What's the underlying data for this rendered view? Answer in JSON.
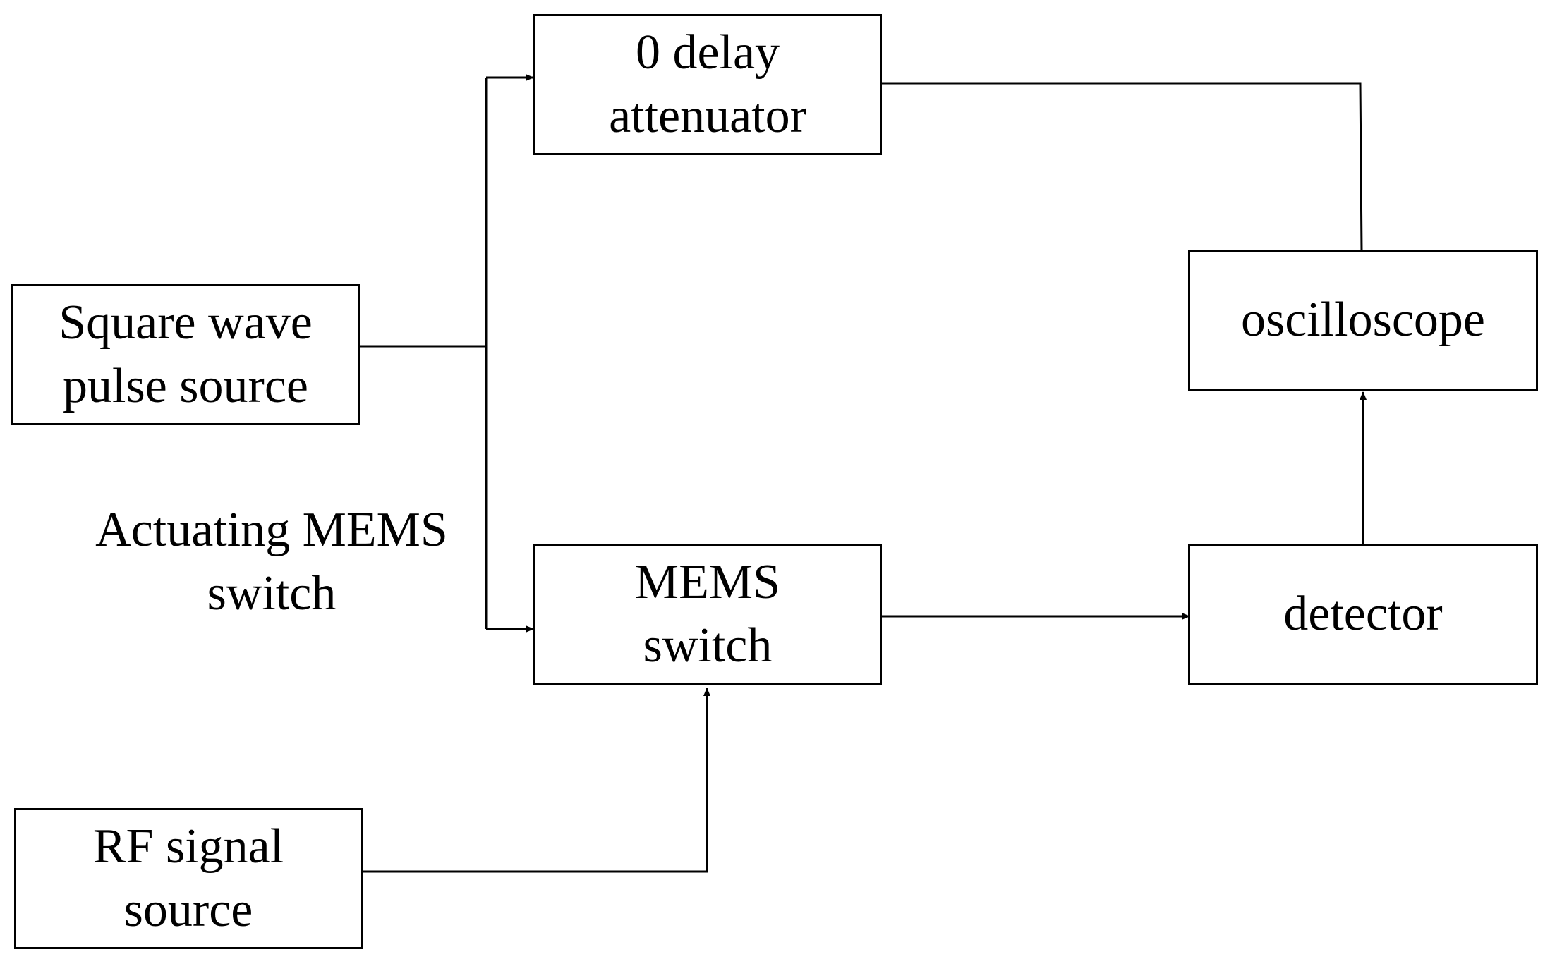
{
  "blocks": {
    "square_wave": {
      "line1": "Square wave",
      "line2": "pulse source"
    },
    "delay_attenuator": {
      "line1": "0 delay",
      "line2": "attenuator"
    },
    "oscilloscope": {
      "line1": "oscilloscope"
    },
    "mems_switch": {
      "line1": "MEMS",
      "line2": "switch"
    },
    "detector": {
      "line1": "detector"
    },
    "rf_source": {
      "line1": "RF signal",
      "line2": "source"
    }
  },
  "annotations": {
    "actuating": {
      "line1": "Actuating MEMS",
      "line2": "switch"
    }
  },
  "colors": {
    "line": "#000000",
    "background": "#ffffff"
  }
}
